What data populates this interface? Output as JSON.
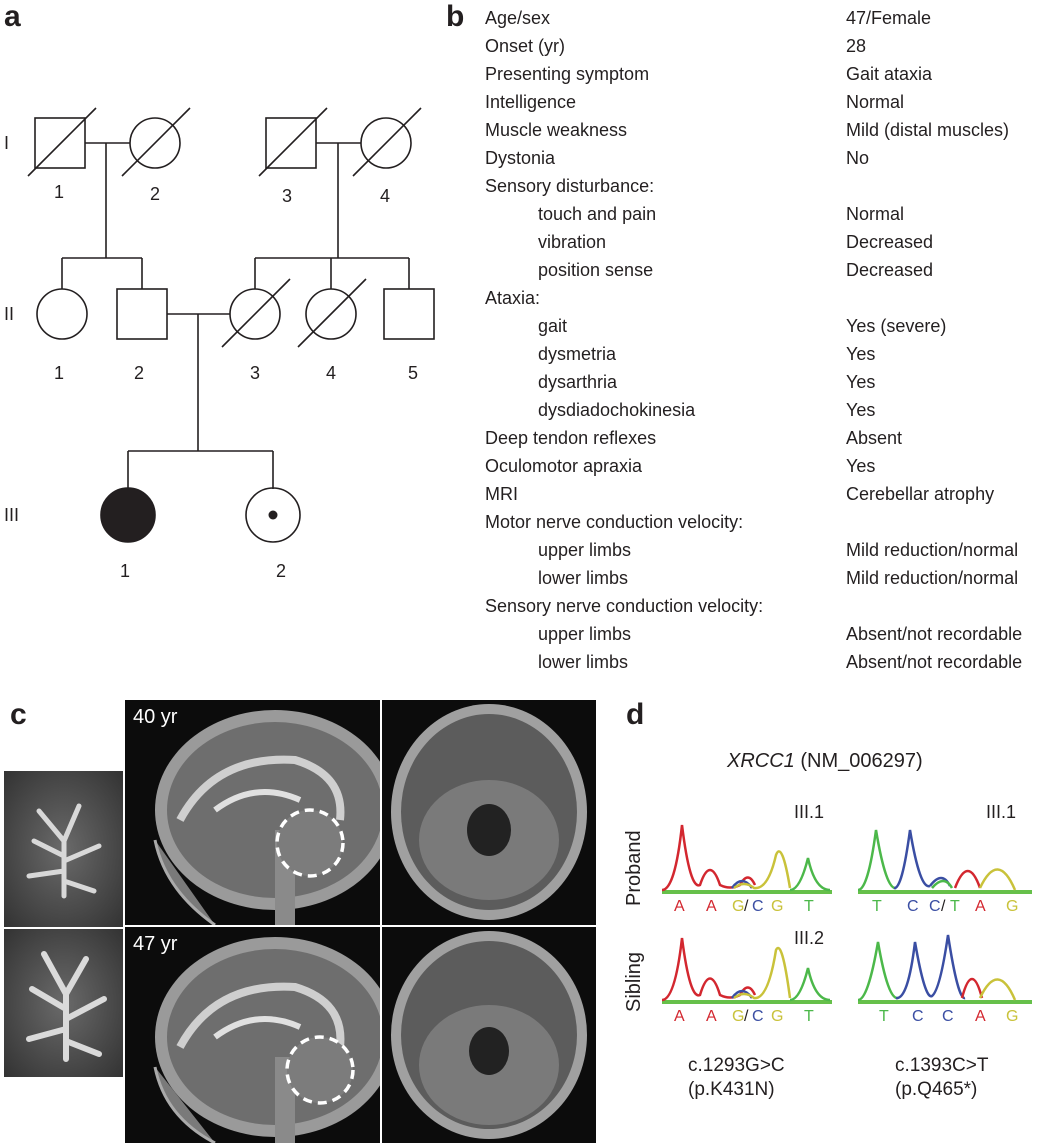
{
  "panels": {
    "a": "a",
    "b": "b",
    "c": "c",
    "d": "d"
  },
  "pedigree": {
    "generations": [
      "I",
      "II",
      "III"
    ],
    "gen1_numbers": [
      "1",
      "2",
      "3",
      "4"
    ],
    "gen2_numbers": [
      "1",
      "2",
      "3",
      "4",
      "5"
    ],
    "gen3_numbers": [
      "1",
      "2"
    ]
  },
  "clinical_table": [
    {
      "label": "Age/sex",
      "value": "47/Female",
      "indent": false
    },
    {
      "label": "Onset (yr)",
      "value": "28",
      "indent": false
    },
    {
      "label": "Presenting symptom",
      "value": "Gait ataxia",
      "indent": false
    },
    {
      "label": "Intelligence",
      "value": "Normal",
      "indent": false
    },
    {
      "label": "Muscle weakness",
      "value": "Mild (distal muscles)",
      "indent": false
    },
    {
      "label": "Dystonia",
      "value": "No",
      "indent": false
    },
    {
      "label": "Sensory disturbance:",
      "value": "",
      "indent": false
    },
    {
      "label": "touch and pain",
      "value": "Normal",
      "indent": true
    },
    {
      "label": "vibration",
      "value": "Decreased",
      "indent": true
    },
    {
      "label": "position sense",
      "value": "Decreased",
      "indent": true
    },
    {
      "label": "Ataxia:",
      "value": "",
      "indent": false
    },
    {
      "label": "gait",
      "value": "Yes (severe)",
      "indent": true
    },
    {
      "label": "dysmetria",
      "value": "Yes",
      "indent": true
    },
    {
      "label": "dysarthria",
      "value": "Yes",
      "indent": true
    },
    {
      "label": "dysdiadochokinesia",
      "value": "Yes",
      "indent": true
    },
    {
      "label": "Deep tendon reflexes",
      "value": "Absent",
      "indent": false
    },
    {
      "label": "Oculomotor apraxia",
      "value": "Yes",
      "indent": false
    },
    {
      "label": "MRI",
      "value": "Cerebellar atrophy",
      "indent": false
    },
    {
      "label": "Motor nerve conduction velocity:",
      "value": "",
      "indent": false
    },
    {
      "label": "upper limbs",
      "value": "Mild reduction/normal",
      "indent": true
    },
    {
      "label": "lower limbs",
      "value": "Mild reduction/normal",
      "indent": true
    },
    {
      "label": "Sensory nerve conduction velocity:",
      "value": "",
      "indent": false
    },
    {
      "label": "upper limbs",
      "value": "Absent/not recordable",
      "indent": true
    },
    {
      "label": "lower limbs",
      "value": "Absent/not recordable",
      "indent": true
    }
  ],
  "mri": {
    "age_top": "40 yr",
    "age_bottom": "47 yr"
  },
  "sequencing": {
    "gene": "XRCC1",
    "transcript": " (NM_006297)",
    "row_labels": [
      "Proband",
      "Sibling"
    ],
    "sample_ids": {
      "proband_left": "III.1",
      "proband_right": "III.1",
      "sibling_left": "III.2"
    },
    "bases_left_proband": [
      "A",
      "A",
      "G",
      "/",
      "C",
      "G",
      "T"
    ],
    "bases_right_proband": [
      "T",
      "C",
      "C",
      "/",
      "T",
      "A",
      "G"
    ],
    "bases_left_sibling": [
      "A",
      "A",
      "G",
      "/",
      "C",
      "G",
      "T"
    ],
    "bases_right_sibling": [
      "T",
      "C",
      "C",
      "A",
      "G"
    ],
    "mutation_left_line1": "c.1293G>C",
    "mutation_left_line2": "(p.K431N)",
    "mutation_right_line1": "c.1393C>T",
    "mutation_right_line2": "(p.Q465*)",
    "colors": {
      "A": "#d3272f",
      "C": "#3a4ea3",
      "G": "#c9c23a",
      "T": "#4cb84a",
      "slash": "#231f20",
      "baseline": "#66c04a"
    }
  }
}
